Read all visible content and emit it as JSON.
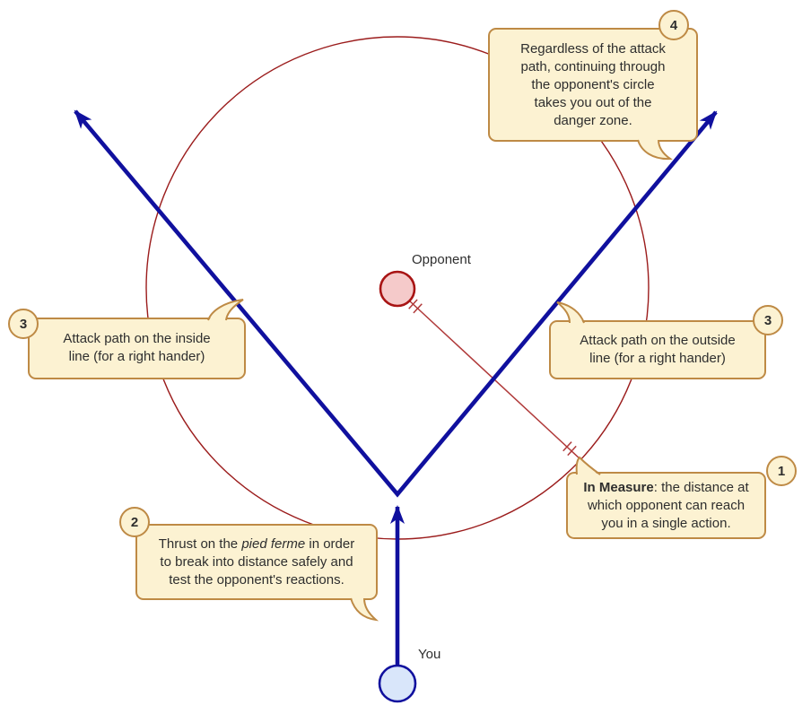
{
  "diagram": {
    "labels": {
      "opponent": "Opponent",
      "you": "You"
    },
    "callouts": {
      "c4": {
        "number": "4",
        "text": "Regardless of the attack\npath, continuing through\nthe opponent's circle\ntakes you out of the\ndanger zone."
      },
      "c3_left": {
        "number": "3",
        "text": "Attack path on the inside\nline (for a right hander)"
      },
      "c3_right": {
        "number": "3",
        "text": "Attack path on the outside\nline (for a right hander)"
      },
      "c1": {
        "number": "1",
        "bold": "In Measure",
        "rest": ": the distance at\nwhich opponent can reach\nyou in a single action."
      },
      "c2": {
        "number": "2",
        "pre": "Thrust on the ",
        "italic": "pied ferme",
        "post": " in order\nto break into distance safely and\ntest the opponent's reactions."
      }
    },
    "colors": {
      "arrow_blue": "#10109E",
      "danger_circle_red": "#9B1C1C",
      "measure_line_red": "#B03A3A",
      "opponent_fill": "#F5CACA",
      "opponent_stroke": "#A81414",
      "you_fill": "#D9E6FA",
      "callout_fill": "#FCF2D2",
      "callout_stroke": "#BE8A45",
      "text": "#2E2E2E"
    }
  }
}
